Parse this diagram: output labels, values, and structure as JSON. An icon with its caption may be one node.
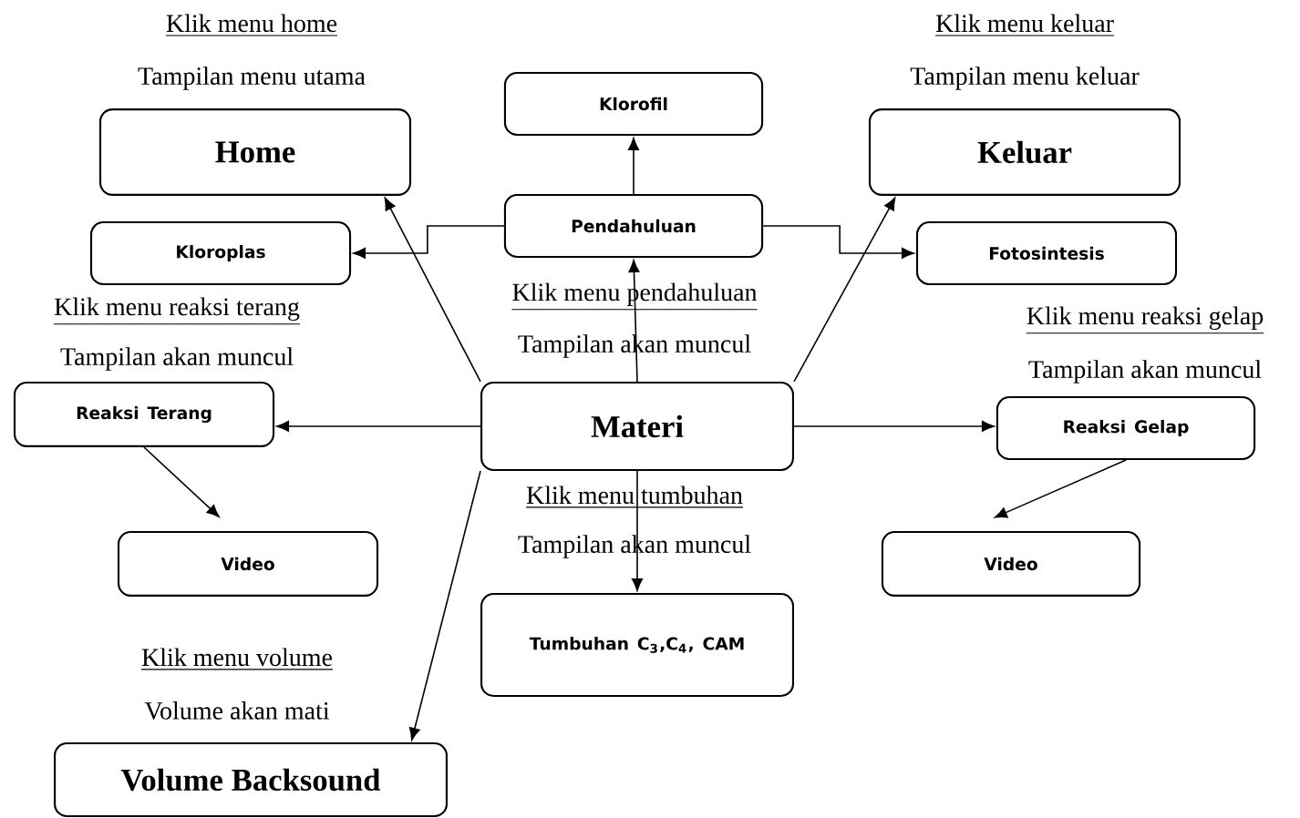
{
  "diagram": {
    "nodes": [
      {
        "text": [
          "Home"
        ]
      },
      {
        "text": [
          "Klorofil"
        ]
      },
      {
        "text": [
          "Keluar"
        ]
      },
      {
        "text": [
          "Pendahuluan"
        ]
      },
      {
        "text": [
          "Kloroplas"
        ]
      },
      {
        "text": [
          "Fotosintesis"
        ]
      },
      {
        "text": [
          "Materi"
        ]
      },
      {
        "text": [
          "Reaksi Terang"
        ]
      },
      {
        "text": [
          "Reaksi Gelap"
        ]
      },
      {
        "text": [
          "Video"
        ]
      },
      {
        "text": [
          "Video"
        ]
      },
      {
        "text": [
          "Tumbuhan C$_{3}$,C$_{4}$, CAM"
        ]
      },
      {
        "text": [
          "Volume Backsound"
        ]
      }
    ],
    "edges": [
      {
        "from": 6,
        "to": 0,
        "arrow": "to"
      },
      {
        "from": 6,
        "to": 2,
        "arrow": "to"
      },
      {
        "from": 6,
        "to": 3,
        "arrow": "to"
      },
      {
        "from": 3,
        "to": 1,
        "arrow": "to"
      },
      {
        "from": 3,
        "to": 4,
        "arrow": "to"
      },
      {
        "from": 3,
        "to": 5,
        "arrow": "to"
      },
      {
        "from": 6,
        "to": 7,
        "arrow": "to"
      },
      {
        "from": 6,
        "to": 8,
        "arrow": "to"
      },
      {
        "from": 7,
        "to": 9,
        "arrow": "to"
      },
      {
        "from": 8,
        "to": 10,
        "arrow": "to"
      },
      {
        "from": 6,
        "to": 11,
        "arrow": "to"
      },
      {
        "from": 6,
        "to": 12,
        "arrow": "to"
      }
    ],
    "labels": [
      "Klik menu home",
      "Klik menu keluar",
      "Tampilan menu utama",
      "Tampilan menu keluar",
      "Klik menu pendahuluan",
      "Klik menu reaksi terang",
      "Klik menu reaksi gelap",
      "Tampilan akan muncul",
      "Tampilan akan muncul",
      "Tampilan akan muncul",
      "Klik menu tumbuhan",
      "Tampilan akan muncul",
      "Klik menu volume",
      "Volume akan mati"
    ]
  }
}
